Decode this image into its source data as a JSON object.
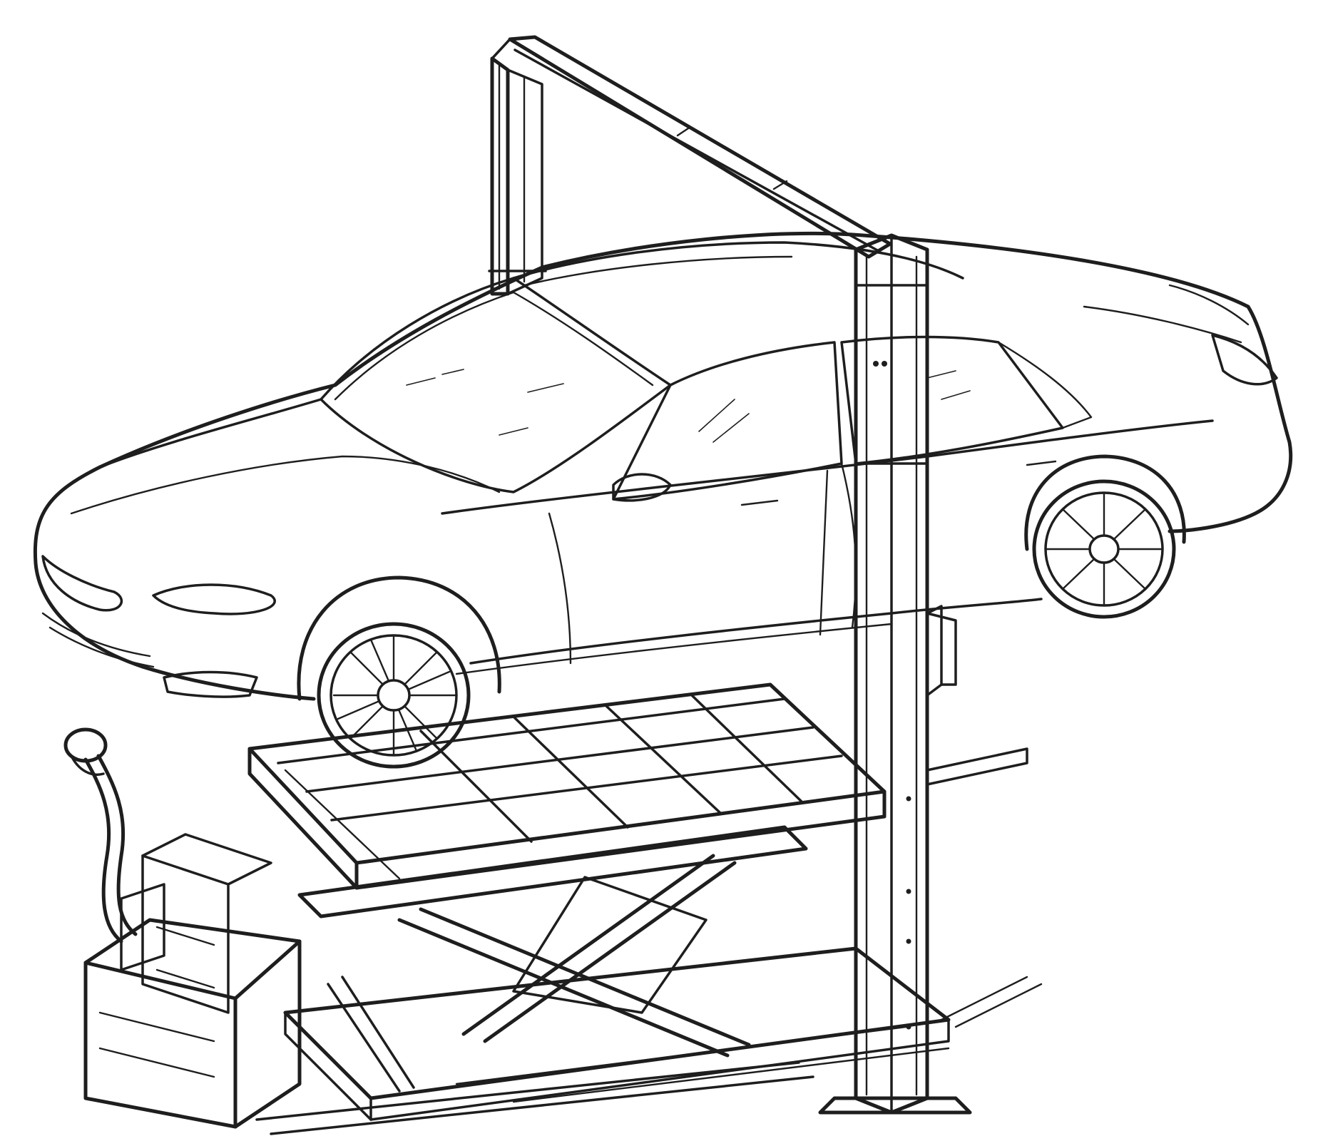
{
  "drawing": {
    "subject": "vehicle-battery-swap-lift",
    "colors": {
      "line": "#1e1e1e",
      "paper": "#ffffff"
    },
    "parts": [
      "electric-car",
      "two-post-lift-column",
      "overhead-beam",
      "battery-tray-grid",
      "scissor-lift",
      "control-cabinet",
      "control-handle",
      "floor-rails"
    ]
  }
}
